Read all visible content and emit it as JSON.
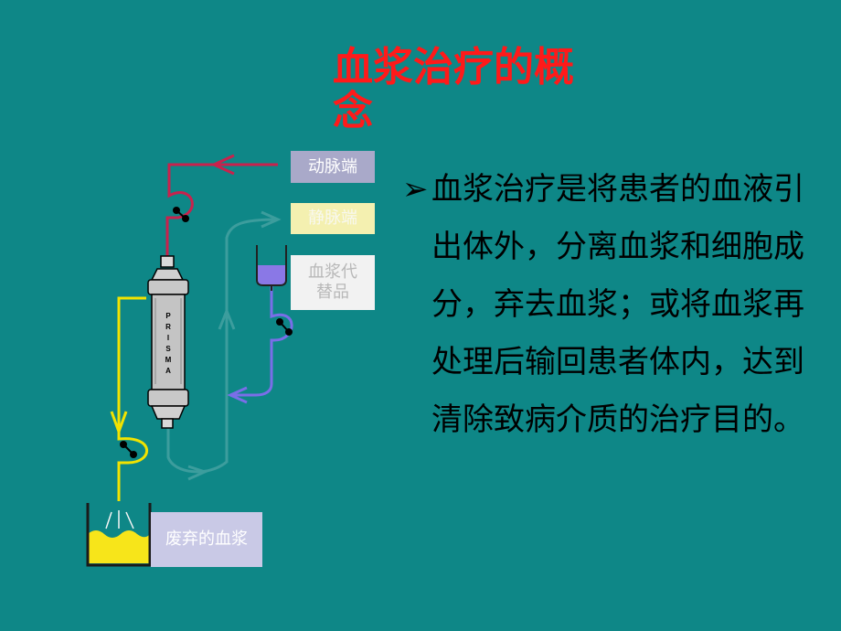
{
  "slide": {
    "title": "血浆治疗的概念",
    "bullet_marker": "➢",
    "bullet_text": "血浆治疗是将患者的血液引出体外，分离血浆和细胞成分，弃去血浆；或将血浆再处理后输回患者体内，达到清除致病介质的治疗目的。"
  },
  "diagram": {
    "labels": {
      "arterial": "动脉端",
      "venous": "静脉端",
      "substitute": "血浆代替品",
      "waste": "废弃的血浆"
    },
    "filter_brand": "PRISMA",
    "colors": {
      "background": "#0e8787",
      "arterial_line": "#c8224d",
      "venous_line": "#3c9d9d",
      "substitute_line": "#7a6ee8",
      "waste_line": "#f2e300",
      "title": "#ff1a1a"
    }
  }
}
